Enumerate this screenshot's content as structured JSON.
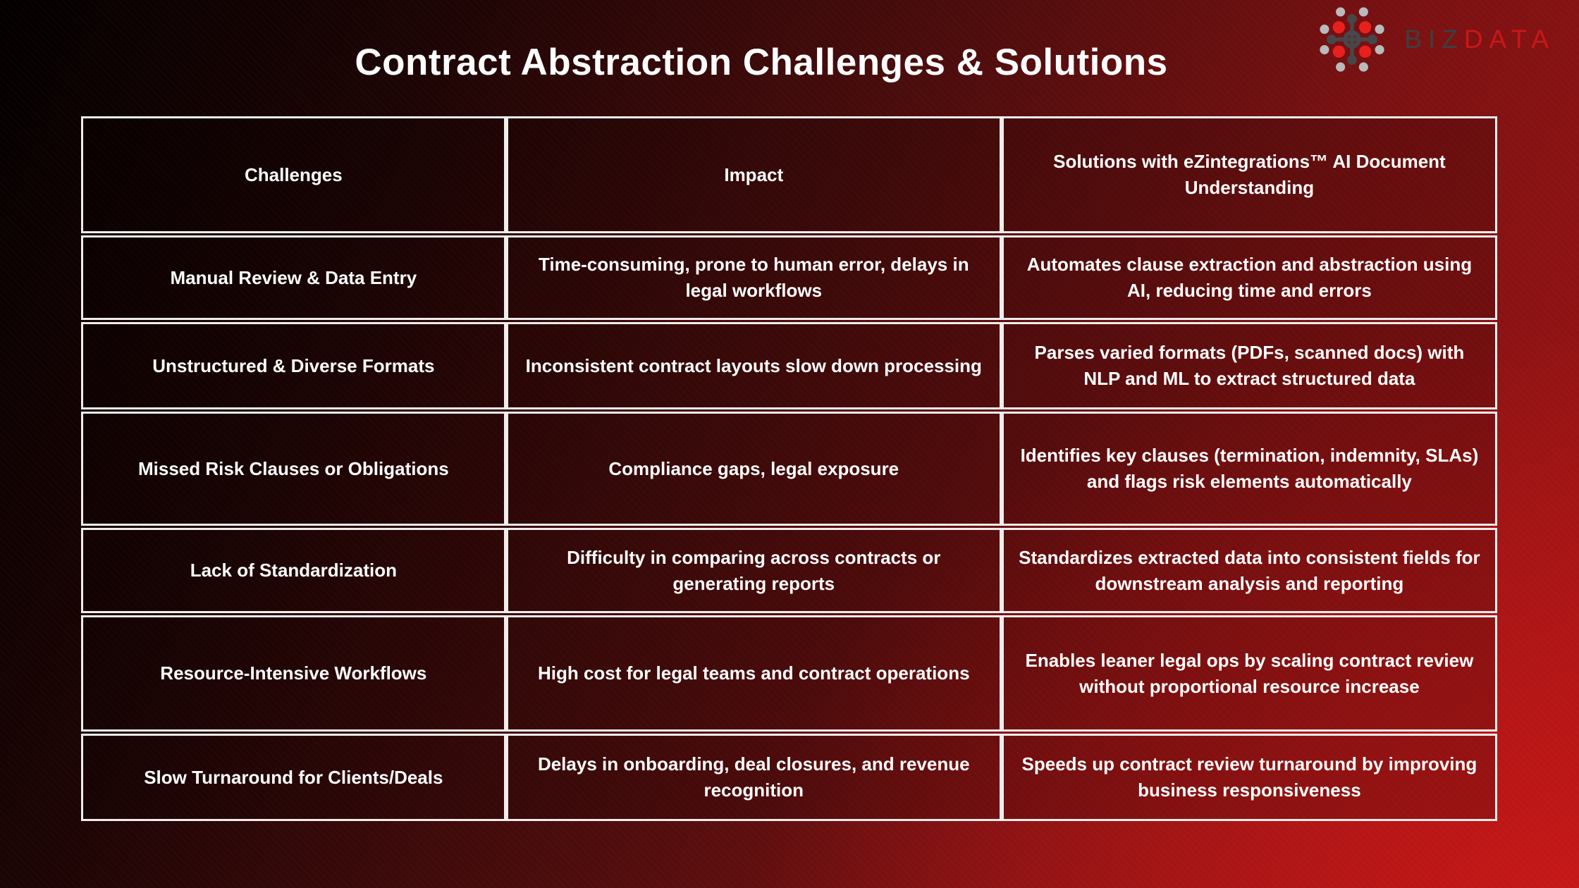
{
  "header": {
    "title": "Contract Abstraction Challenges & Solutions"
  },
  "logo": {
    "icon": "bizdata-network-icon",
    "word_primary": "BIZ",
    "word_secondary": "DATA",
    "colors": {
      "word_primary": "#3f3f41",
      "word_secondary": "#c7181a",
      "dot_red": "#e8211e",
      "dot_light_gray": "#b9babc",
      "dot_dark_gray": "#47474a"
    }
  },
  "theme": {
    "background_top_left": "#040000",
    "background_bottom_right": "#c11718",
    "cell_border": "#f1edec",
    "cell_overlay": "rgba(2,0,0,0.18)",
    "text": "#ffffff"
  },
  "table": {
    "columns": [
      "Challenges",
      "Impact",
      "Solutions with eZintegrations™ AI Document Understanding"
    ],
    "rows": [
      {
        "challenge": "Manual Review & Data Entry",
        "impact": "Time-consuming, prone to human error, delays in legal workflows",
        "solution": "Automates clause extraction and abstraction using AI, reducing time and errors"
      },
      {
        "challenge": "Unstructured & Diverse Formats",
        "impact": "Inconsistent contract layouts slow down processing",
        "solution": "Parses varied formats (PDFs, scanned docs) with NLP and ML to extract structured data"
      },
      {
        "challenge": "Missed Risk Clauses or Obligations",
        "impact": "Compliance gaps, legal exposure",
        "solution": "Identifies key clauses (termination, indemnity, SLAs) and flags risk elements automatically"
      },
      {
        "challenge": "Lack of Standardization",
        "impact": "Difficulty in comparing across contracts or generating reports",
        "solution": "Standardizes extracted data into consistent fields for downstream analysis and reporting"
      },
      {
        "challenge": "Resource-Intensive Workflows",
        "impact": "High cost for legal teams and contract operations",
        "solution": "Enables leaner legal ops by scaling contract review without proportional resource increase"
      },
      {
        "challenge": "Slow Turnaround for Clients/Deals",
        "impact": "Delays in onboarding, deal closures, and revenue recognition",
        "solution": "Speeds up contract review turnaround by improving business responsiveness"
      }
    ]
  }
}
